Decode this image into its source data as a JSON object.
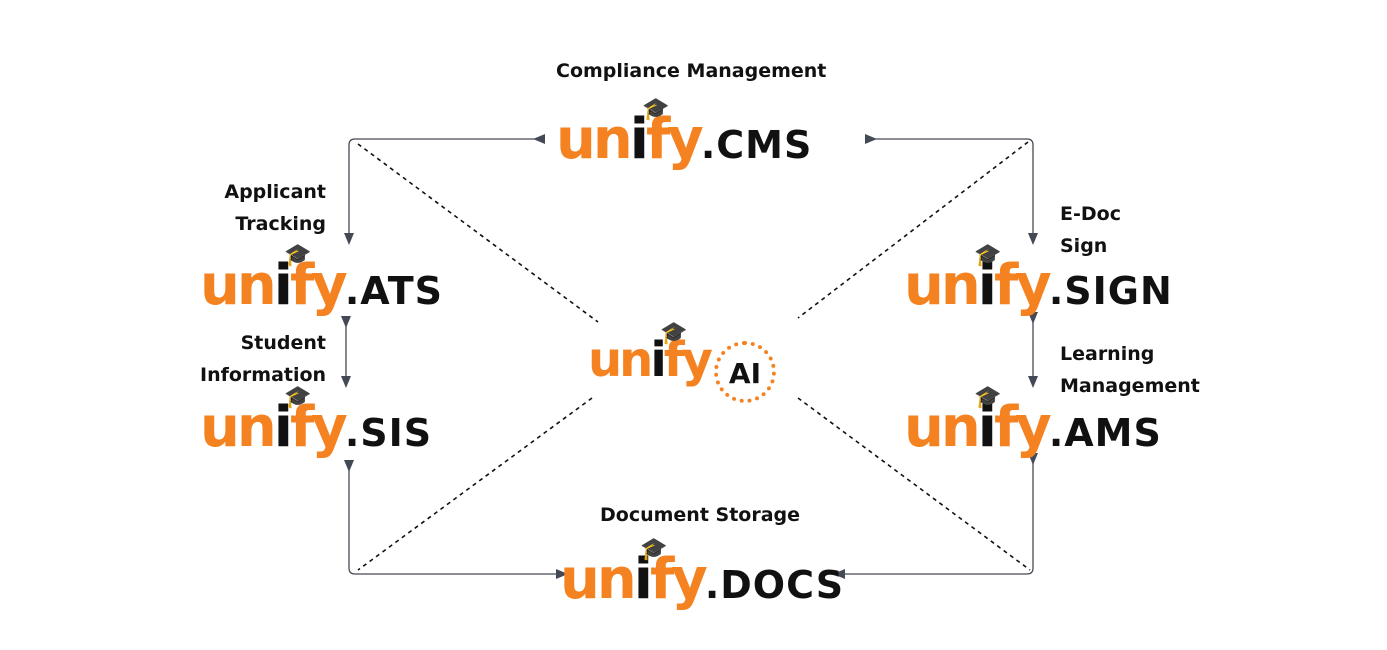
{
  "captions": {
    "cms": "Compliance Management",
    "ats": [
      "Applicant",
      "Tracking"
    ],
    "sis": [
      "Student",
      "Information"
    ],
    "sign": [
      "E-Doc",
      "Sign"
    ],
    "ams": [
      "Learning",
      "Management"
    ],
    "docs": "Document Storage"
  },
  "logos": {
    "brand_prefix": "unify",
    "cms": ".CMS",
    "ats": ".ATS",
    "sis": ".SIS",
    "ai": "AI",
    "sign": ".SIGN",
    "ams": ".AMS",
    "docs": ".DOCS"
  },
  "icons": {
    "cap": "graduation-cap-icon",
    "ai_badge": "circuit-ring-icon"
  },
  "colors": {
    "brand_orange": "#f58220",
    "text_dark": "#111111",
    "connector": "#444a55"
  }
}
